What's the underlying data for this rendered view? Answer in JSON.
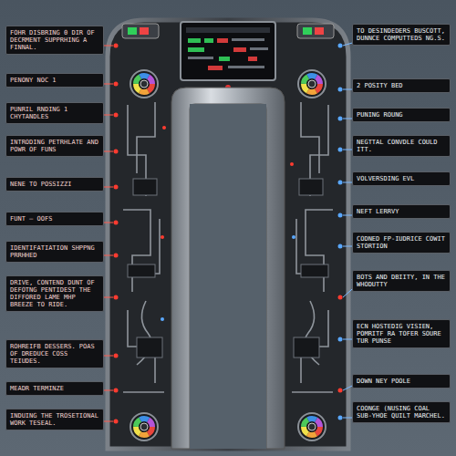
{
  "diagram": {
    "nodes": [
      {
        "text": [
          "FOHR DISBRING 0 DIR OF DECRMENT SUPPRHING A FINNAL."
        ]
      },
      {
        "text": [
          "PENONY NOC 1"
        ]
      },
      {
        "text": [
          "PUNRIL RNDING 1 CHYTANDLES"
        ]
      },
      {
        "text": [
          "INTRODING PETRHLATE AND POWR OF FUNS"
        ]
      },
      {
        "text": [
          "NENE TO POSSIZZI"
        ]
      },
      {
        "text": [
          "FUNT — OOFS"
        ]
      },
      {
        "text": [
          "IDENTIFATIATION SHPPNG PRRHHED"
        ]
      },
      {
        "text": [
          "DRIVE, CONTEND DUNT OF DEFOTNG PENTIDEST THE DIFFORED LAME MHP BREEZE TO RIDE."
        ]
      },
      {
        "text": [
          "ROHREIFB DESSERS. POAS OF DREDUCE COSS TEIUDES."
        ]
      },
      {
        "text": [
          "MEADR TERMINZE"
        ]
      },
      {
        "text": [
          "INDUING THE TROSETIONAL WORK TESEAL."
        ]
      },
      {
        "text": [
          "TO DESINDEDERS BUSCOTT, DUNNCE COMPUTTEDS NG.S."
        ]
      },
      {
        "text": [
          "2 POSITY BED"
        ]
      },
      {
        "text": [
          "PUNING ROUNG"
        ]
      },
      {
        "text": [
          "NEGTTAL CONVDLE COULD ITT."
        ]
      },
      {
        "text": [
          "VOLVERSDING EVL"
        ]
      },
      {
        "text": [
          "NEFT LERRVY"
        ]
      },
      {
        "text": [
          "CODNED FP-IUDRICE COWIT STORTION"
        ]
      },
      {
        "text": [
          "BOTS AND DBIITY, IN THE WHODUTTY"
        ]
      },
      {
        "text": [
          "ECN HOSTEDIG VISIEN, POMRITF RA TOFER SOURE TUR PUNSE"
        ]
      },
      {
        "text": [
          "DOWN NEY POOLE"
        ]
      },
      {
        "text": [
          "COONGE (NUSING COAL SUB-YHOE QUILT MARCHEL."
        ]
      }
    ]
  }
}
